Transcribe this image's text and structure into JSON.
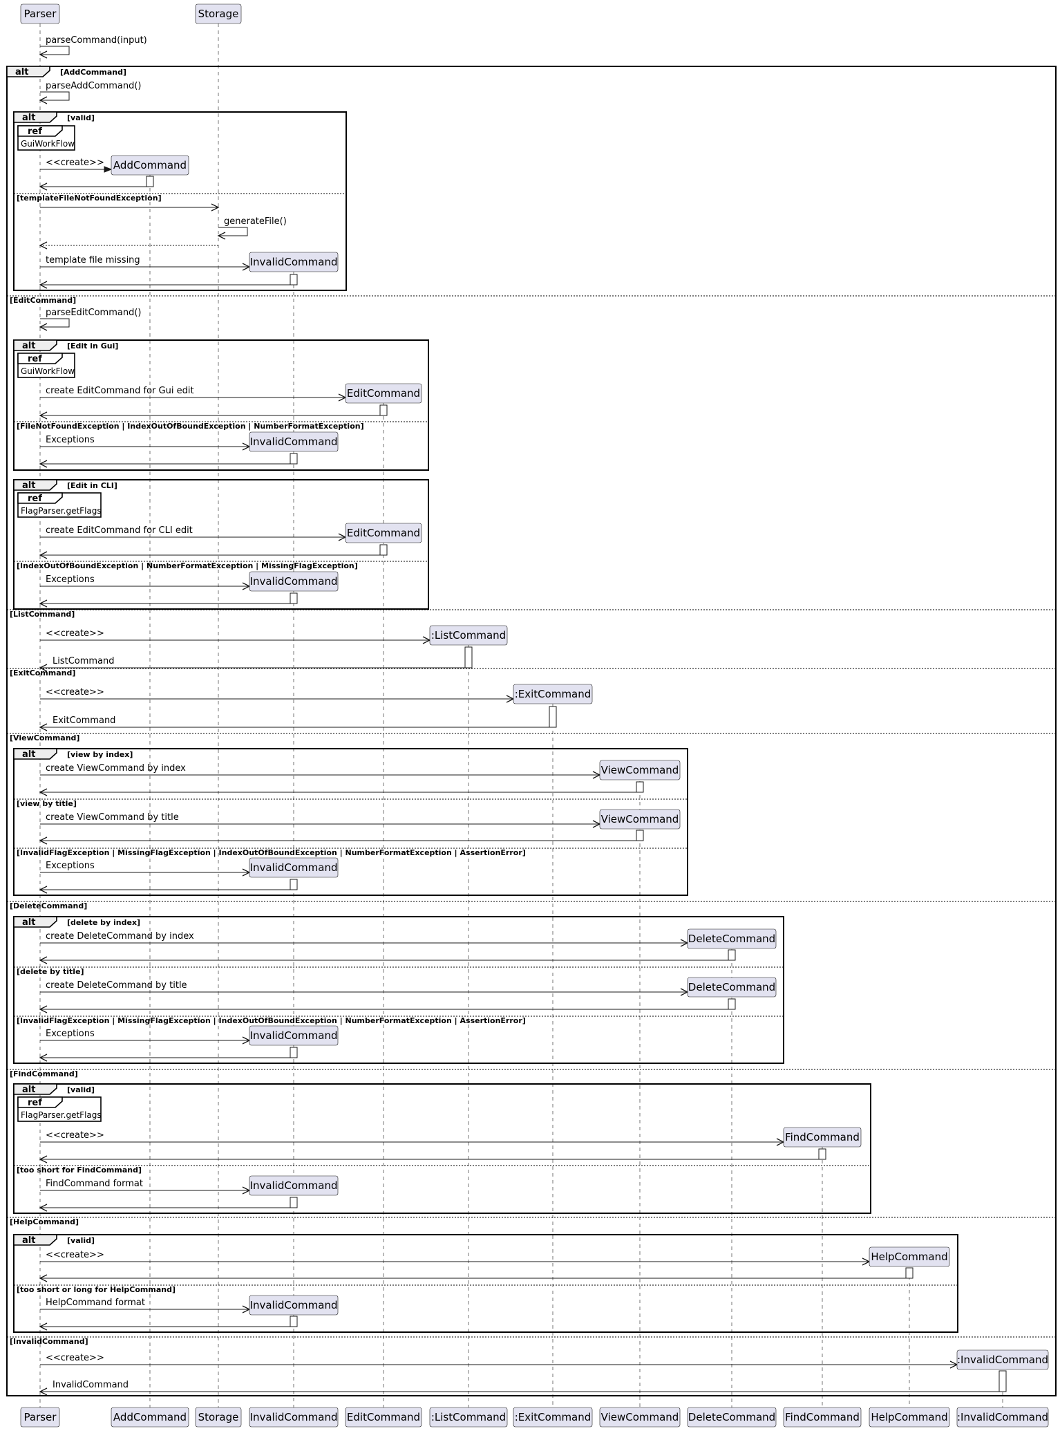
{
  "participants": [
    {
      "key": "parser",
      "label": "Parser"
    },
    {
      "key": "add",
      "label": "AddCommand"
    },
    {
      "key": "storage",
      "label": "Storage"
    },
    {
      "key": "invalid",
      "label": "InvalidCommand"
    },
    {
      "key": "edit",
      "label": "EditCommand"
    },
    {
      "key": "list",
      "label": ":ListCommand"
    },
    {
      "key": "exit",
      "label": ":ExitCommand"
    },
    {
      "key": "view",
      "label": "ViewCommand"
    },
    {
      "key": "delete",
      "label": "DeleteCommand"
    },
    {
      "key": "find",
      "label": "FindCommand"
    },
    {
      "key": "help",
      "label": "HelpCommand"
    },
    {
      "key": "invalid2",
      "label": ":InvalidCommand"
    }
  ],
  "operators": {
    "alt": "alt",
    "ref": "ref"
  },
  "refs": {
    "gui_workflow": "GuiWorkFlow",
    "flag_parser": "FlagParser.getFlags"
  },
  "guards": {
    "add": "[AddCommand]",
    "valid": "[valid]",
    "template_missing": "[templateFileNotFoundException]",
    "edit": "[EditCommand]",
    "edit_gui": "[Edit in Gui]",
    "edit_gui_exc": "[FileNotFoundException | IndexOutOfBoundException | NumberFormatException]",
    "edit_cli": "[Edit in CLI]",
    "edit_cli_exc": "[IndexOutOfBoundException | NumberFormatException | MissingFlagException]",
    "list": "[ListCommand]",
    "exit": "[ExitCommand]",
    "view": "[ViewCommand]",
    "view_index": "[view by index]",
    "view_title": "[view by title]",
    "view_exc": "[InvalidFlagException | MissingFlagException | IndexOutOfBoundException | NumberFormatException | AssertionError]",
    "delete": "[DeleteCommand]",
    "delete_index": "[delete by index]",
    "delete_title": "[delete by title]",
    "delete_exc": "[InvalidFlagException | MissingFlagException | IndexOutOfBoundException | NumberFormatException | AssertionError]",
    "find": "[FindCommand]",
    "find_valid": "[valid]",
    "find_short": "[too short for FindCommand]",
    "help": "[HelpCommand]",
    "help_valid": "[valid]",
    "help_bad": "[too short or long for HelpCommand]",
    "invalid": "[InvalidCommand]"
  },
  "messages": {
    "parse_command": "parseCommand(input)",
    "parse_add": "parseAddCommand()",
    "create": "<<create>>",
    "generate_file": "generateFile()",
    "template_missing": "template file missing",
    "parse_edit": "parseEditCommand()",
    "create_edit_gui": "create EditCommand for Gui edit",
    "exceptions": "Exceptions",
    "create_edit_cli": "create EditCommand for CLI edit",
    "list_return": "ListCommand",
    "exit_return": "ExitCommand",
    "view_by_index": "create ViewCommand by index",
    "view_by_title": "create ViewCommand by title",
    "delete_by_index": "create DeleteCommand by index",
    "delete_by_title": "create DeleteCommand by title",
    "find_format": "FindCommand format",
    "help_format": "HelpCommand format",
    "invalid_return": "InvalidCommand"
  }
}
